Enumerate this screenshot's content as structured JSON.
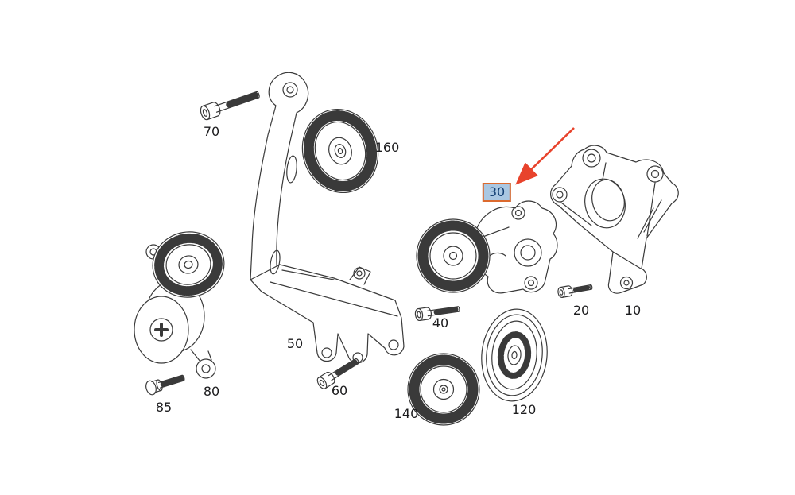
{
  "page": {
    "background": "#ffffff"
  },
  "diagram": {
    "description": "Exploded parts diagram of engine belt tensioner, pulleys, brackets and bolts",
    "line_color": "#3a3a3a",
    "parts": [
      {
        "label": "70",
        "type": "socket-head-bolt"
      },
      {
        "label": "160",
        "type": "idler-pulley"
      },
      {
        "label": "30",
        "type": "belt-tensioner",
        "highlighted": true
      },
      {
        "label": "50",
        "type": "mounting-bracket"
      },
      {
        "label": "40",
        "type": "socket-head-bolt"
      },
      {
        "label": "20",
        "type": "socket-head-bolt"
      },
      {
        "label": "10",
        "type": "mounting-bracket"
      },
      {
        "label": "80",
        "type": "tensioner-assembly"
      },
      {
        "label": "85",
        "type": "hex-flange-bolt"
      },
      {
        "label": "60",
        "type": "socket-head-bolt"
      },
      {
        "label": "140",
        "type": "guide-pulley"
      },
      {
        "label": "120",
        "type": "grooved-pulley"
      }
    ],
    "highlight": {
      "selected_part": "30",
      "label_background": "#a9c7e2",
      "label_border": "#dc6a2e",
      "label_text_color": "#123f73",
      "arrow_color": "#e8432c"
    }
  }
}
